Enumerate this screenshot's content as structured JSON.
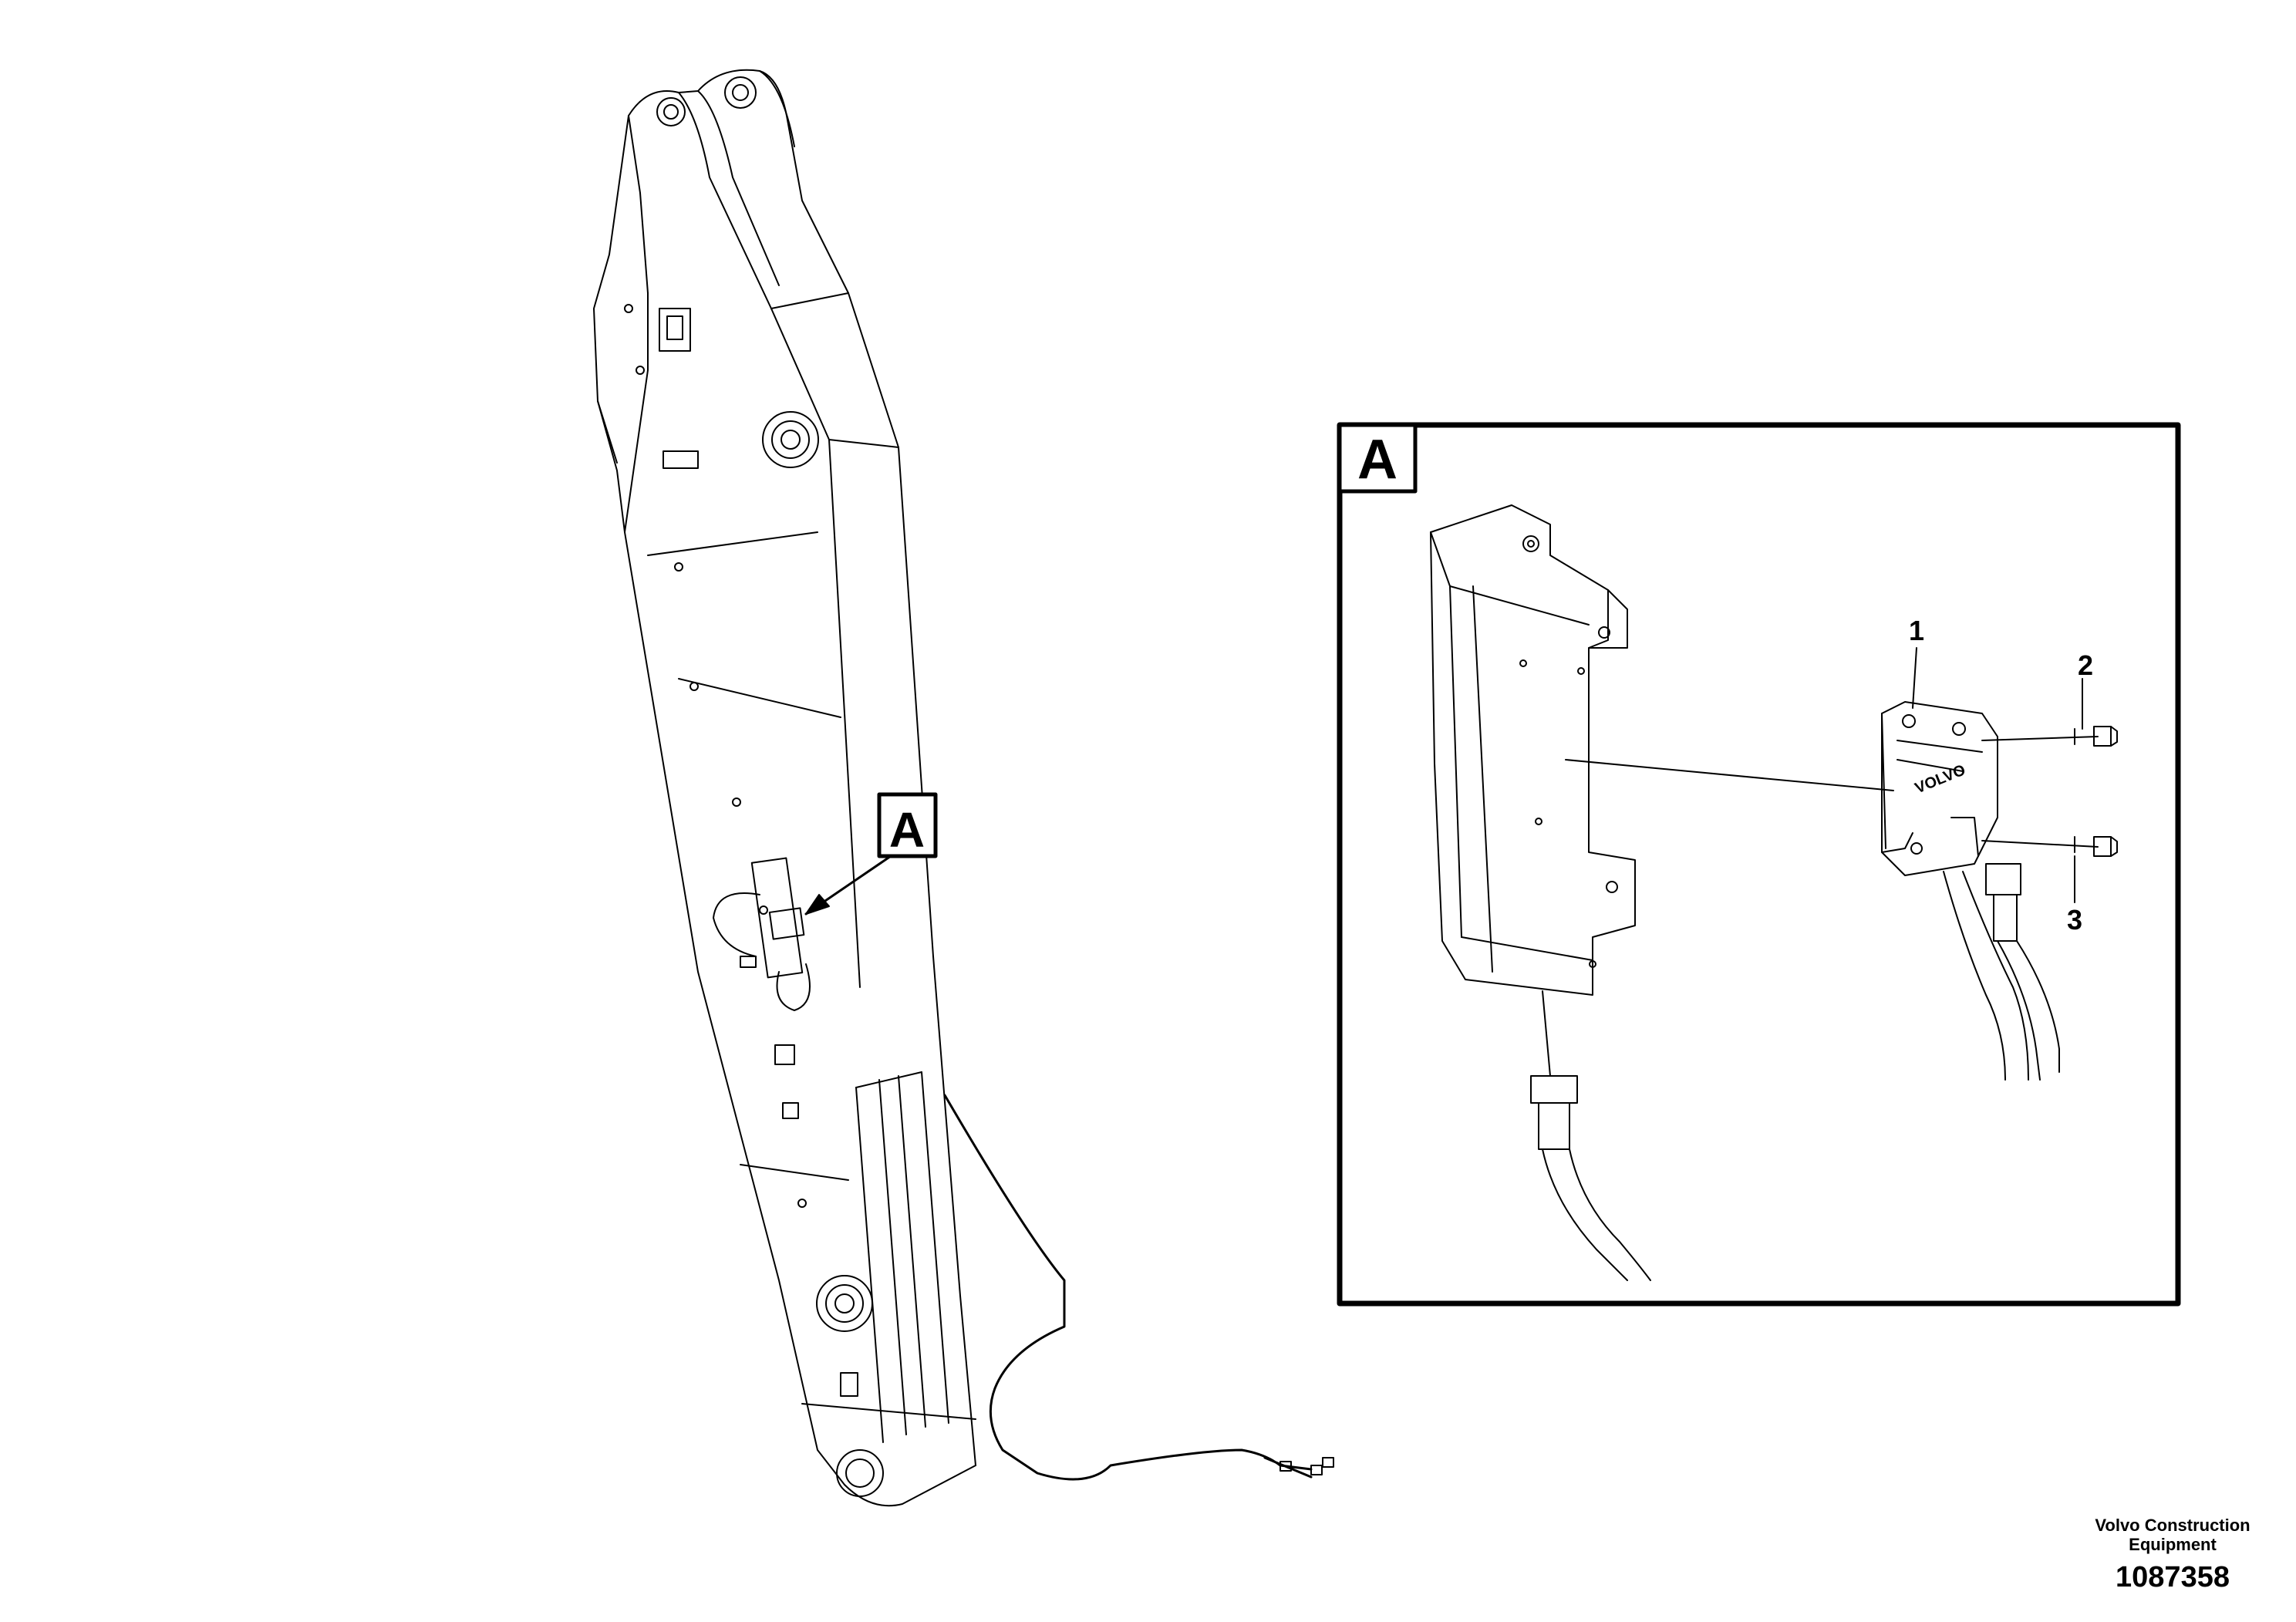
{
  "diagram": {
    "main_callout": "A",
    "detail_label": "A",
    "parts": [
      {
        "number": "1"
      },
      {
        "number": "2"
      },
      {
        "number": "3"
      }
    ],
    "component_logo": "VOLVO"
  },
  "footer": {
    "company_line1": "Volvo Construction",
    "company_line2": "Equipment",
    "drawing_number": "1087358"
  },
  "colors": {
    "line": "#000000",
    "background": "#ffffff"
  }
}
